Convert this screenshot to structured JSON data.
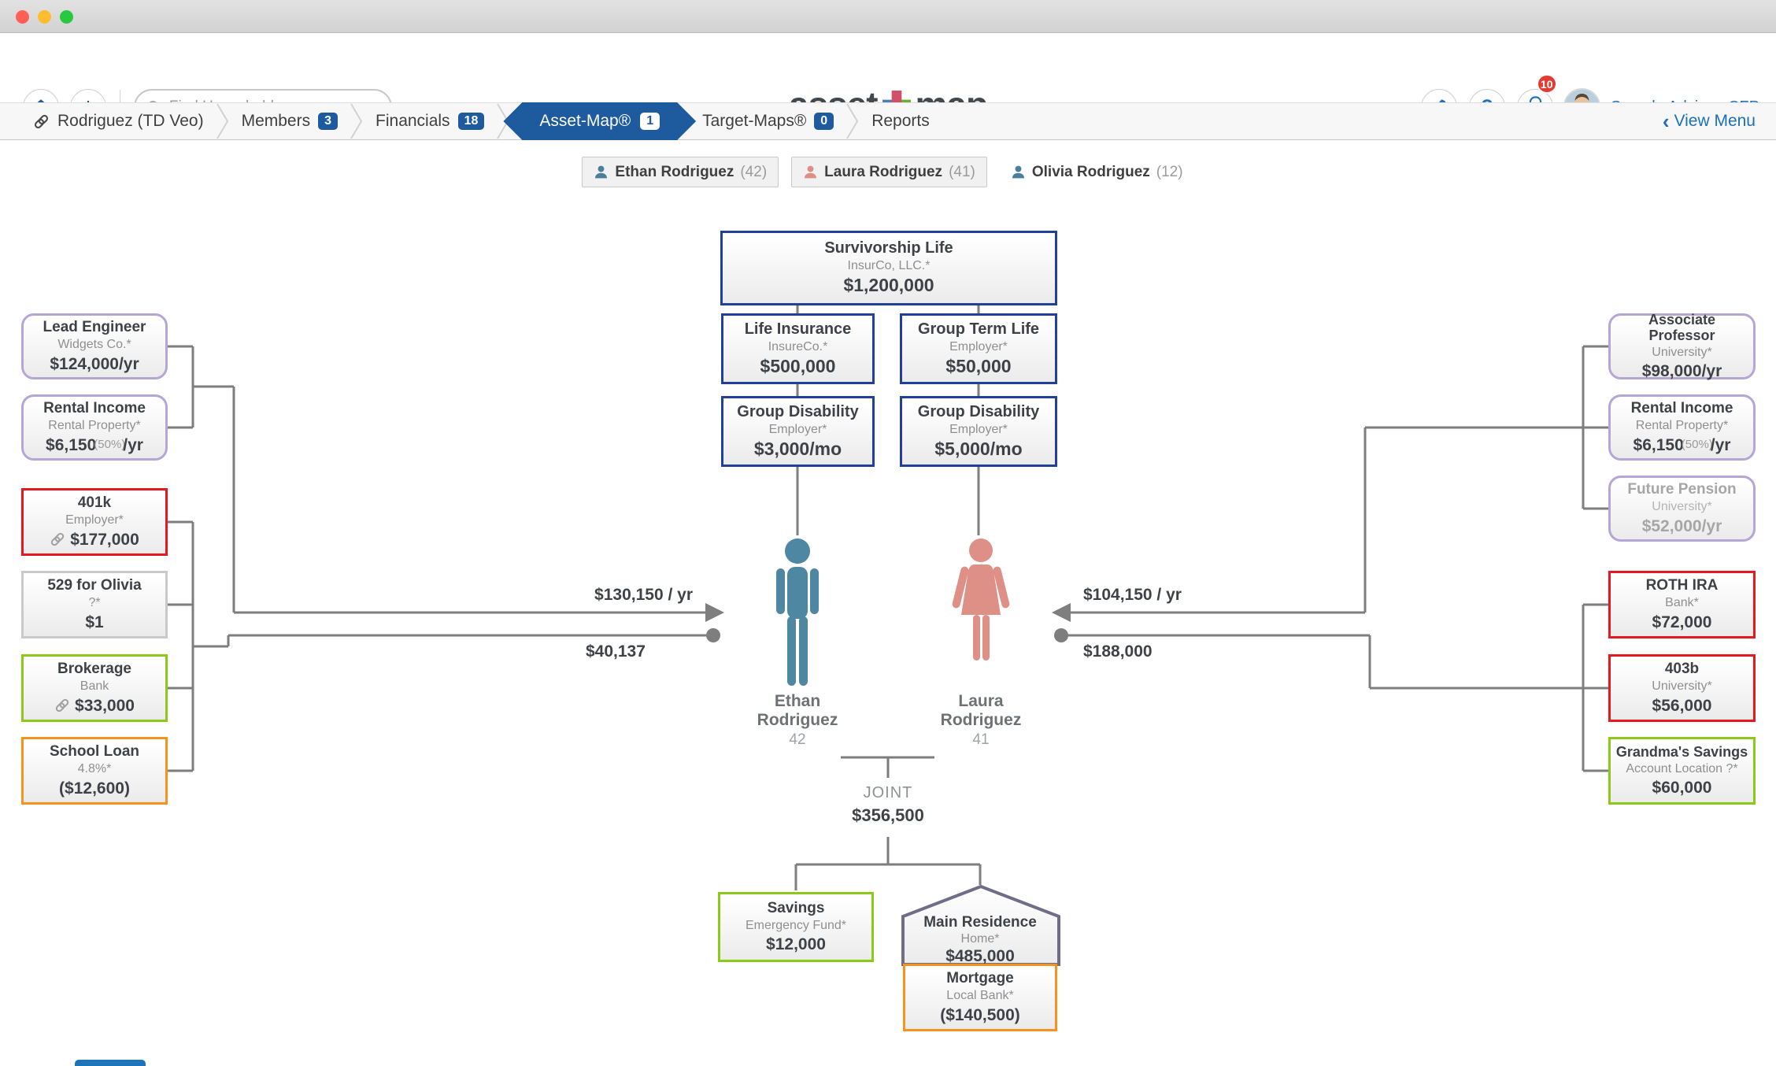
{
  "header": {
    "search": {
      "placeholder": "Find Household"
    },
    "logo": {
      "left": "asset",
      "right": "map"
    },
    "notifications": {
      "count": "10"
    },
    "advisor": {
      "name": "Sample Advisor, CFP"
    },
    "help_glyph": "?",
    "add_glyph": "+"
  },
  "nav": {
    "household": {
      "label": "Rodriguez (TD Veo)"
    },
    "members": {
      "label": "Members",
      "badge": "3"
    },
    "financials": {
      "label": "Financials",
      "badge": "18"
    },
    "asset_map": {
      "label": "Asset-Map®",
      "badge": "1"
    },
    "target_maps": {
      "label": "Target-Maps®",
      "badge": "0"
    },
    "reports": {
      "label": "Reports"
    },
    "view_menu": {
      "label": "View Menu",
      "chevron": "‹"
    }
  },
  "members_bar": [
    {
      "name": "Ethan Rodriguez",
      "age": "(42)"
    },
    {
      "name": "Laura Rodriguez",
      "age": "(41)"
    },
    {
      "name": "Olivia Rodriguez",
      "age": "(12)"
    }
  ],
  "people": {
    "ethan": {
      "first": "Ethan",
      "last": "Rodriguez",
      "age": "42"
    },
    "laura": {
      "first": "Laura",
      "last": "Rodriguez",
      "age": "41"
    }
  },
  "flows": {
    "ethan_income": "$130,150 / yr",
    "ethan_asset_total": "$40,137",
    "laura_income": "$104,150 / yr",
    "laura_asset_total": "$188,000"
  },
  "joint": {
    "label": "JOINT",
    "value": "$356,500"
  },
  "cards": {
    "survivorship": {
      "title": "Survivorship Life",
      "subtitle": "InsurCo, LLC.*",
      "value": "$1,200,000"
    },
    "life_insurance": {
      "title": "Life Insurance",
      "subtitle": "InsureCo.*",
      "value": "$500,000"
    },
    "group_term_life": {
      "title": "Group Term Life",
      "subtitle": "Employer*",
      "value": "$50,000"
    },
    "group_disability_ethan": {
      "title": "Group Disability",
      "subtitle": "Employer*",
      "value": "$3,000/mo"
    },
    "group_disability_laura": {
      "title": "Group Disability",
      "subtitle": "Employer*",
      "value": "$5,000/mo"
    },
    "lead_engineer": {
      "title": "Lead Engineer",
      "subtitle": "Widgets Co.*",
      "value": "$124,000/yr"
    },
    "rental_income_ethan": {
      "title": "Rental Income",
      "subtitle": "Rental Property*",
      "value": "$6,150",
      "value_note": "(50%)",
      "value_suffix": "/yr"
    },
    "retirement_401k": {
      "title": "401k",
      "subtitle": "Employer*",
      "value": "$177,000"
    },
    "plan_529": {
      "title": "529 for Olivia",
      "subtitle": "?*",
      "value": "$1"
    },
    "brokerage": {
      "title": "Brokerage",
      "subtitle": "Bank",
      "value": "$33,000"
    },
    "school_loan": {
      "title": "School Loan",
      "subtitle": "4.8%*",
      "value": "($12,600)"
    },
    "associate_professor": {
      "title": "Associate Professor",
      "subtitle": "University*",
      "value": "$98,000/yr"
    },
    "rental_income_laura": {
      "title": "Rental Income",
      "subtitle": "Rental Property*",
      "value": "$6,150",
      "value_note": "(50%)",
      "value_suffix": "/yr"
    },
    "future_pension": {
      "title": "Future Pension",
      "subtitle": "University*",
      "value": "$52,000/yr"
    },
    "roth_ira": {
      "title": "ROTH IRA",
      "subtitle": "Bank*",
      "value": "$72,000"
    },
    "plan_403b": {
      "title": "403b",
      "subtitle": "University*",
      "value": "$56,000"
    },
    "grandmas_savings": {
      "title": "Grandma's Savings",
      "subtitle": "Account Location ?*",
      "value": "$60,000"
    },
    "savings": {
      "title": "Savings",
      "subtitle": "Emergency Fund*",
      "value": "$12,000"
    },
    "main_residence": {
      "title": "Main Residence",
      "subtitle": "Home*",
      "value": "$485,000"
    },
    "mortgage": {
      "title": "Mortgage",
      "subtitle": "Local Bank*",
      "value": "($140,500)"
    }
  },
  "colors": {
    "brand_blue": "#1d5a9e",
    "link_blue": "#2272b9",
    "box_navy": "#21409a",
    "lavender": "#b5a7d5",
    "alert_red": "#e6191f",
    "lime_green": "#8cc919",
    "orange": "#f6921e",
    "neutral_border": "#c9c9c9",
    "house_slate": "#6f6d87",
    "male_teal": "#4d87a2",
    "female_salmon": "#de8f86",
    "negative_red": "#c11515",
    "connector_gray": "#7e7e7e",
    "badge_red": "#e03c31"
  },
  "icons": {
    "search": "magnifier",
    "household": "chain-link",
    "home": "house",
    "add": "plus",
    "edit": "pen",
    "help": "question-mark",
    "alerts": "bell",
    "advisor_menu": "chevron-down",
    "view_menu": "chevron-left",
    "linked_value": "chain-link",
    "member": "person-silhouette"
  }
}
